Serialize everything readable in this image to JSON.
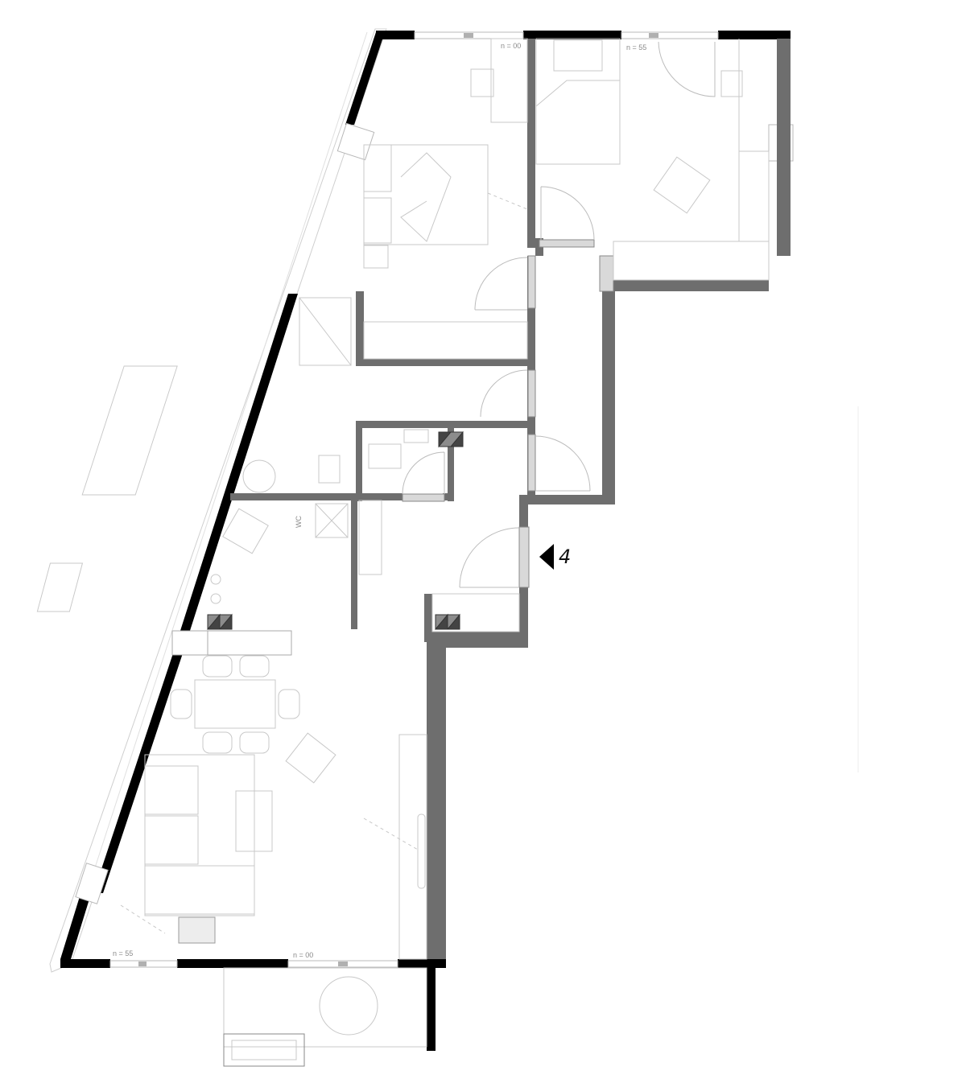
{
  "plan": {
    "window_labels": {
      "top_left": "n = 00",
      "top_right": "n = 55",
      "bottom_left": "n = 55",
      "bottom_right": "n = 00"
    },
    "room_labels": {
      "toilet": "WC"
    },
    "entrance_marker": {
      "number": "4"
    },
    "colors": {
      "outer_wall": "#000000",
      "inner_wall": "#6e6e6e",
      "furniture_line": "#c8c8c8",
      "glazing": "#d9d9d9",
      "shaft_fill": "#8c8c8c",
      "background": "#ffffff"
    }
  }
}
